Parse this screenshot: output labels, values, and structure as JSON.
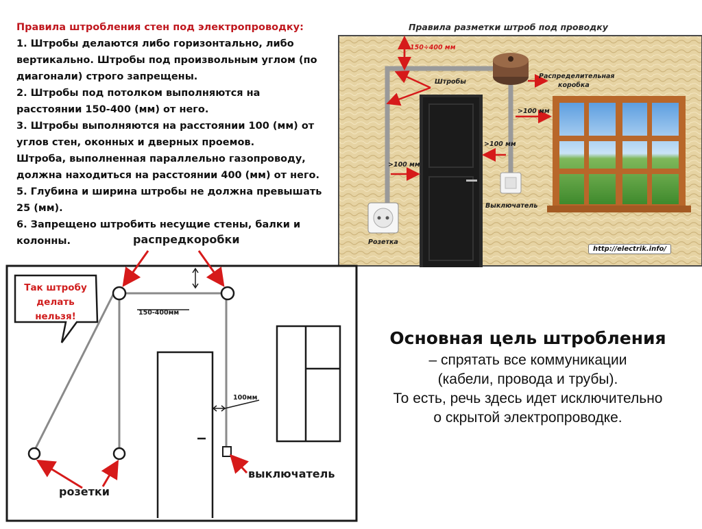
{
  "rules": {
    "title": "Правила штробления стен под электропроводку:",
    "lines": [
      "1. Штробы делаются либо горизонтально, либо",
      "вертикально. Штробы под произвольным углом (по",
      "диагонали) строго запрещены.",
      "2. Штробы под потолком выполняются на",
      "расстоянии 150-400 (мм) от него.",
      "3. Штробы выполняются на расстоянии 100 (мм) от",
      "углов стен, оконных и дверных проемов.",
      "Штроба, выполненная параллельно газопроводу,",
      "должна находиться на расстоянии 400 (мм) от него.",
      "5. Глубина и ширина штробы не должна превышать",
      "25 (мм).",
      "6.  Запрещено штробить несущие стены, балки и",
      "колонны."
    ]
  },
  "photo": {
    "title": "Правила разметки штроб под проводку",
    "dim_ceiling": "150÷400 мм",
    "label_grooves": "Штробы",
    "label_box_1": "Распределительная",
    "label_box_2": "коробка",
    "dim_window": ">100 мм",
    "dim_door": ">100 мм",
    "dim_outlet": ">100 мм",
    "label_switch": "Выключатель",
    "label_socket": "Розетка",
    "site": "http://electrik.info/"
  },
  "sketch": {
    "label_boxes": "распредкоробки",
    "bubble_line1": "Так штробу",
    "bubble_line2": "делать нельзя!",
    "dim_top": "150-400мм",
    "dim_side": "100мм",
    "label_switch": "выключатель",
    "label_sockets": "розетки"
  },
  "goal": {
    "title": "Основная цель штробления",
    "lines": [
      "– спрятать все коммуникации",
      "(кабели, провода и трубы).",
      "То есть, речь здесь идет исключительно",
      "о скрытой электропроводке."
    ]
  },
  "colors": {
    "red": "#d61a1a",
    "wall": "#e4cf9c",
    "door": "#1b1b1b",
    "window_frame": "#b8672a",
    "groove": "#9a9a9a"
  }
}
